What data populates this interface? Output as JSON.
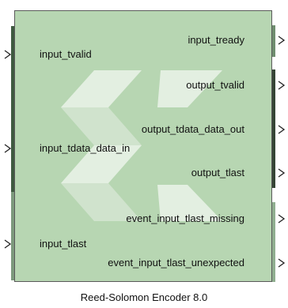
{
  "block": {
    "name": "Reed-Solomon Encoder 8.0",
    "color": "#b7d6b2",
    "inputs": [
      {
        "label": "input_tvalid"
      },
      {
        "label": "input_tdata_data_in"
      },
      {
        "label": "input_tlast"
      }
    ],
    "outputs": [
      {
        "label": "input_tready"
      },
      {
        "label": "output_tvalid"
      },
      {
        "label": "output_tdata_data_out"
      },
      {
        "label": "output_tlast"
      },
      {
        "label": "event_input_tlast_missing"
      },
      {
        "label": "event_input_tlast_unexpected"
      }
    ]
  }
}
